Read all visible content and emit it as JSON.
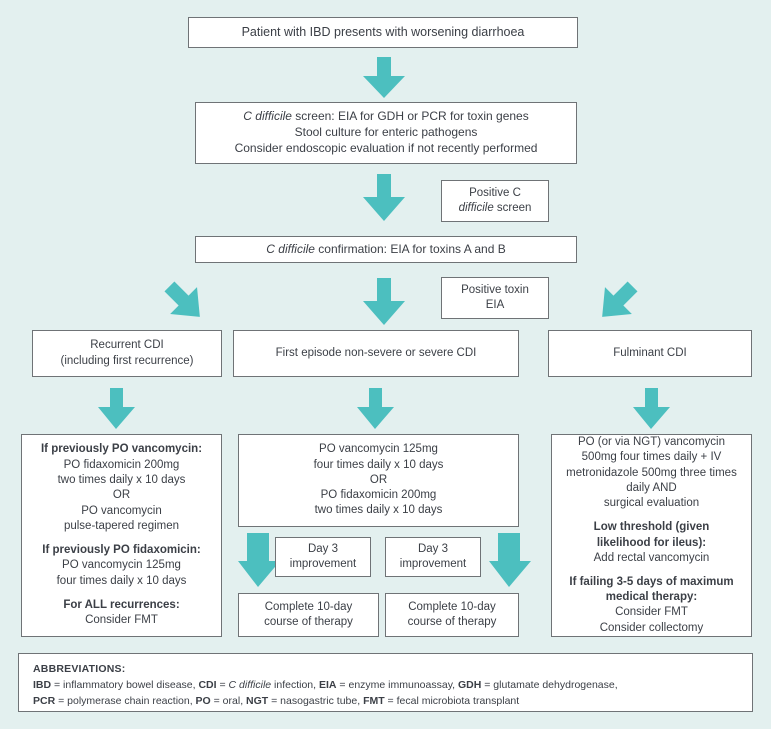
{
  "colors": {
    "background": "#e3f0ef",
    "arrow_teal": "#4cbfbf",
    "box_border": "#6f7376",
    "box_fill": "#ffffff",
    "text": "#3b3f46"
  },
  "nodes": {
    "start": {
      "name": "patient-presentation",
      "lines": [
        {
          "text": "Patient with IBD presents with worsening diarrhoea"
        }
      ]
    },
    "screen": {
      "name": "c-difficile-screen",
      "lines": [
        {
          "italic": "C difficile",
          "text": " screen: EIA for GDH or PCR for toxin genes"
        },
        {
          "text": "Stool culture for enteric pathogens"
        },
        {
          "text": "Consider endoscopic evaluation if not recently performed"
        }
      ]
    },
    "positive_screen": {
      "name": "positive-c-difficile-screen",
      "lines": [
        {
          "text": "Positive C"
        },
        {
          "italic": "difficile",
          "text": " screen"
        }
      ]
    },
    "confirmation": {
      "name": "c-difficile-confirmation",
      "lines": [
        {
          "italic": "C difficile",
          "text": " confirmation: EIA for toxins A and B"
        }
      ]
    },
    "positive_toxin": {
      "name": "positive-toxin-eia",
      "lines": [
        {
          "text": "Positive toxin"
        },
        {
          "text": "EIA"
        }
      ]
    },
    "recurrent": {
      "name": "recurrent-cdi",
      "lines": [
        {
          "text": "Recurrent CDI"
        },
        {
          "text": "(including first recurrence)"
        }
      ]
    },
    "first_episode": {
      "name": "first-episode-cdi",
      "lines": [
        {
          "text": "First episode non-severe or severe CDI"
        }
      ]
    },
    "fulminant": {
      "name": "fulminant-cdi",
      "lines": [
        {
          "text": "Fulminant CDI"
        }
      ]
    },
    "recurrent_tx": {
      "name": "recurrent-cdi-treatment",
      "lines": [
        {
          "text": "If previously PO vancomycin:",
          "bold": true
        },
        {
          "text": "PO fidaxomicin 200mg"
        },
        {
          "text": "two times daily x 10 days"
        },
        {
          "text": "OR"
        },
        {
          "text": "PO vancomycin"
        },
        {
          "text": "pulse-tapered regimen"
        },
        {
          "spacer": true
        },
        {
          "text": "If previously PO fidaxomicin:",
          "bold": true
        },
        {
          "text": "PO vancomycin 125mg"
        },
        {
          "text": "four times daily x 10 days"
        },
        {
          "spacer": true
        },
        {
          "text": "For ALL recurrences:",
          "bold": true
        },
        {
          "text": "Consider FMT"
        }
      ]
    },
    "first_episode_tx": {
      "name": "first-episode-treatment",
      "lines": [
        {
          "text": "PO vancomycin 125mg"
        },
        {
          "text": "four times daily x 10 days"
        },
        {
          "text": "OR"
        },
        {
          "text": "PO fidaxomicin 200mg"
        },
        {
          "text": "two times daily x 10 days"
        }
      ]
    },
    "fulminant_tx": {
      "name": "fulminant-cdi-treatment",
      "lines": [
        {
          "text": "PO (or via NGT) vancomycin"
        },
        {
          "text": "500mg four times daily + IV"
        },
        {
          "text": "metronidazole 500mg three  times"
        },
        {
          "text": "daily AND"
        },
        {
          "text": "surgical evaluation"
        },
        {
          "spacer": true
        },
        {
          "text": "Low threshold (given",
          "bold": true
        },
        {
          "text": "likelihood for ileus):",
          "bold": true
        },
        {
          "text": "Add rectal vancomycin"
        },
        {
          "spacer": true
        },
        {
          "text": "If failing 3-5 days of maximum",
          "bold": true
        },
        {
          "text": "medical therapy:",
          "bold": true
        },
        {
          "text": "Consider FMT"
        },
        {
          "text": "Consider collectomy"
        }
      ]
    },
    "day3_left": {
      "name": "day-3-improvement-left",
      "lines": [
        {
          "text": "Day 3"
        },
        {
          "text": "improvement"
        }
      ]
    },
    "day3_right": {
      "name": "day-3-improvement-right",
      "lines": [
        {
          "text": "Day 3"
        },
        {
          "text": "improvement"
        }
      ]
    },
    "complete_left": {
      "name": "complete-course-left",
      "lines": [
        {
          "text": "Complete 10-day"
        },
        {
          "text": "course of therapy"
        }
      ]
    },
    "complete_right": {
      "name": "complete-course-right",
      "lines": [
        {
          "text": "Complete 10-day"
        },
        {
          "text": "course of therapy"
        }
      ]
    }
  },
  "abbreviations": {
    "title": "ABBREVIATIONS:",
    "entries": [
      {
        "abbr": "IBD",
        "def": " = inflammatory bowel disease, "
      },
      {
        "abbr": "CDI",
        "def_pre": " = ",
        "italic": "C difficile",
        "def_post": " infection, "
      },
      {
        "abbr": "EIA",
        "def": " = enzyme immunoassay, "
      },
      {
        "abbr": "GDH",
        "def": " = glutamate dehydrogenase,"
      },
      {
        "abbr": "PCR",
        "def": " = polymerase chain reaction, "
      },
      {
        "abbr": "PO",
        "def": " = oral, "
      },
      {
        "abbr": "NGT",
        "def": " = nasogastric tube, "
      },
      {
        "abbr": "FMT",
        "def": " = fecal microbiota transplant"
      }
    ],
    "row1": "IBD = inflammatory bowel disease, CDI = C difficile infection, EIA = enzyme immunoassay, GDH = glutamate dehydrogenase,",
    "row2": "PCR = polymerase chain reaction, PO = oral, NGT = nasogastric tube, FMT = fecal microbiota transplant"
  },
  "arrows": [
    {
      "name": "arrow-start-to-screen",
      "direction": "down"
    },
    {
      "name": "arrow-screen-to-confirmation",
      "direction": "down"
    },
    {
      "name": "arrow-confirmation-to-recurrent",
      "direction": "down-left"
    },
    {
      "name": "arrow-confirmation-to-first-episode",
      "direction": "down"
    },
    {
      "name": "arrow-confirmation-to-fulminant",
      "direction": "down-right"
    },
    {
      "name": "arrow-recurrent-to-treatment",
      "direction": "down"
    },
    {
      "name": "arrow-first-episode-to-treatment",
      "direction": "down"
    },
    {
      "name": "arrow-fulminant-to-treatment",
      "direction": "down"
    },
    {
      "name": "arrow-treatment-to-complete-left",
      "direction": "down"
    },
    {
      "name": "arrow-treatment-to-complete-right",
      "direction": "down"
    }
  ]
}
